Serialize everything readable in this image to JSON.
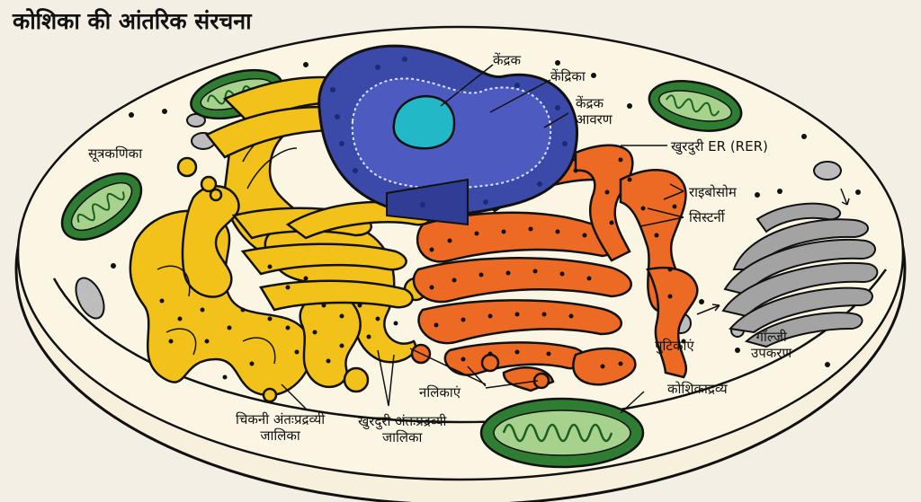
{
  "title": "कोशिका की आंतरिक संरचना",
  "labels": {
    "nucleus": "केंद्रक",
    "nucleolus": "केंद्रिका",
    "nuclear_envelope_1": "केंद्रक",
    "nuclear_envelope_2": "आवरण",
    "rough_er": "खुरदुरी ER (RER)",
    "ribosomes": "राइबोसोम",
    "cisternae": "सिस्टर्नी",
    "mitochondrion": "सूत्रकणिका",
    "vesicles": "पुटिकाएं",
    "golgi_1": "गॉल्जी",
    "golgi_2": "उपकरण",
    "tubules": "नलिकाएं",
    "cytoplasm": "कोशिकाद्रव्य",
    "smooth_er_1": "चिकनी अंतःप्रद्रव्यी",
    "smooth_er_2": "जालिका",
    "rough_er_net_1": "खुरदुरी अंतःप्रद्रव्यी",
    "rough_er_net_2": "जालिका"
  },
  "colors": {
    "background": "#f4efe4",
    "cell": "#fbf6e4",
    "nucleus": "#3b49a8",
    "nucleolus": "#22b8c8",
    "smooth_er": "#f2c21b",
    "rough_er": "#ec6a24",
    "mitochondria": "#2e7d32",
    "golgi": "#a3a3a3",
    "outline": "#111111"
  }
}
